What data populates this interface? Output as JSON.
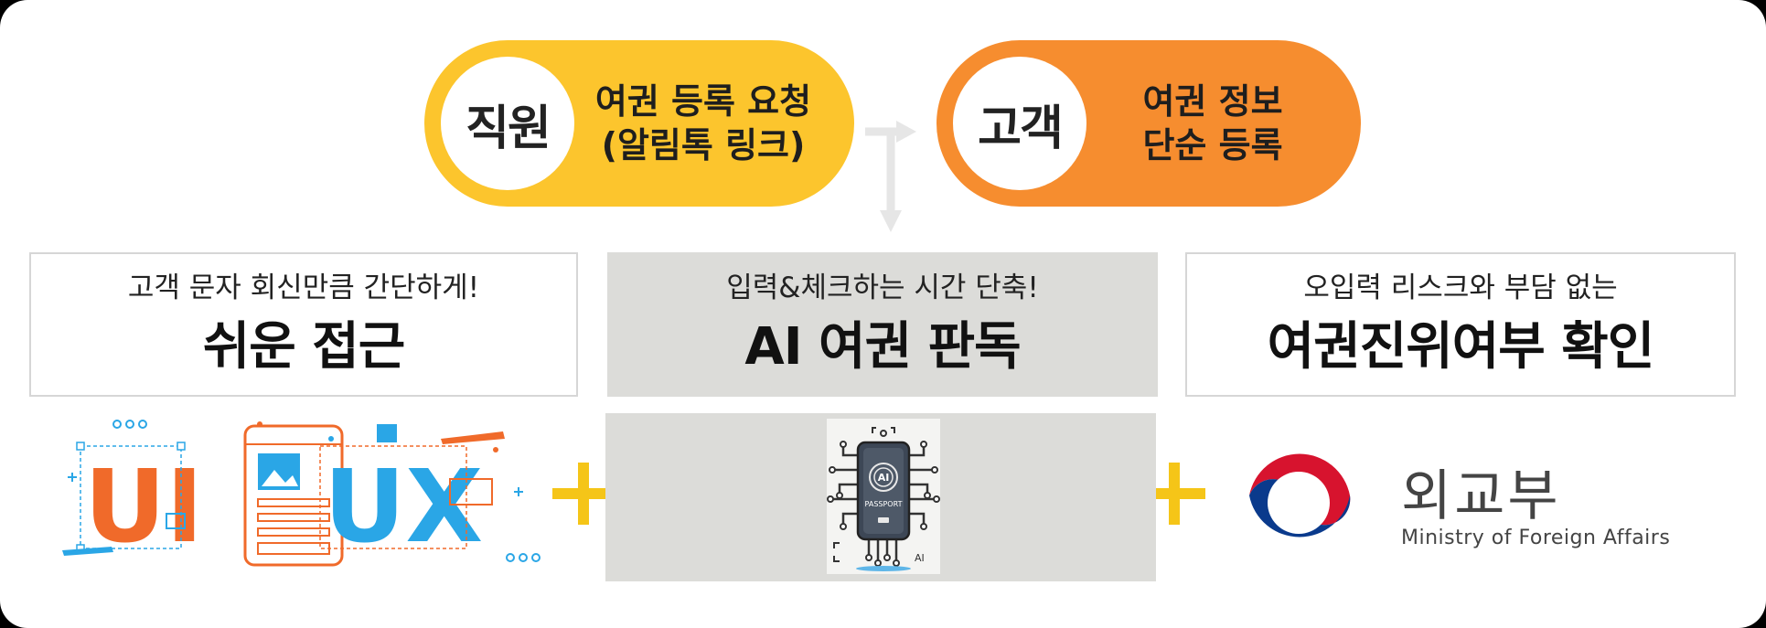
{
  "flow": {
    "staff": {
      "role": "직원",
      "line1": "여권 등록 요청",
      "line2": "(알림톡 링크)"
    },
    "customer": {
      "role": "고객",
      "line1": "여권 정보",
      "line2": "단순 등록"
    }
  },
  "cards": [
    {
      "subtitle": "고객 문자 회신만큼 간단하게!",
      "title": "쉬운 접근"
    },
    {
      "subtitle": "입력&체크하는 시간 단축!",
      "title": "AI 여권 판독"
    },
    {
      "subtitle": "오입력 리스크와 부담 없는",
      "title": "여권진위여부 확인"
    }
  ],
  "uiux": {
    "ui_text": "UI",
    "ux_text": "UX"
  },
  "passport_chip": {
    "label": "PASSPORT",
    "ai_badge": "AI",
    "corner_tag": "AI"
  },
  "mofa": {
    "korean": "외교부",
    "english": "Ministry of Foreign Affairs"
  },
  "colors": {
    "staff_pill": "#fcc52d",
    "customer_pill": "#f68d2f",
    "plus": "#f5c518",
    "ui_orange": "#f06a2a",
    "ux_blue": "#2aa6e6",
    "mofa_red": "#d7132e",
    "mofa_blue": "#0a3a8c"
  }
}
